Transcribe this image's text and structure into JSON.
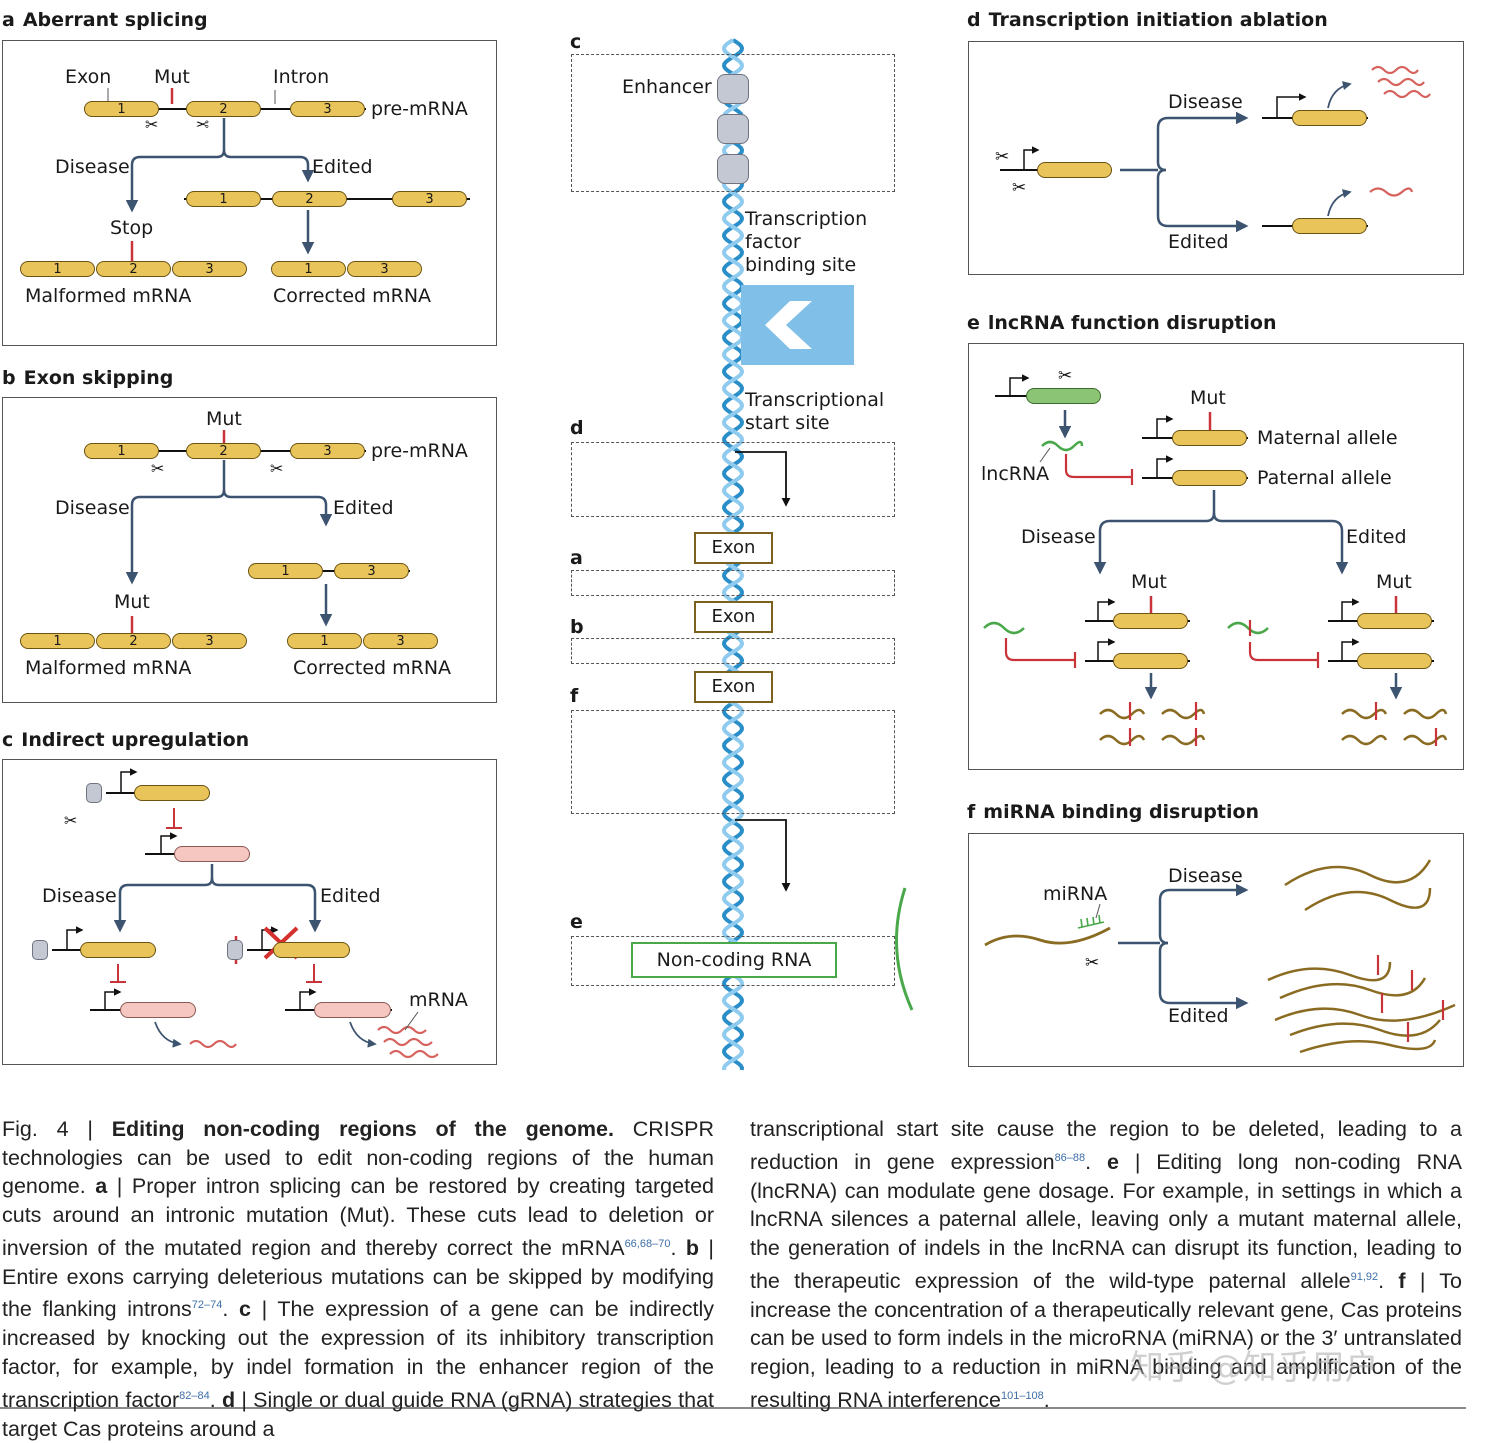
{
  "panels": {
    "a": {
      "letter": "a",
      "title": "Aberrant splicing",
      "exon_label": "Exon",
      "mut_label": "Mut",
      "intron_label": "Intron",
      "premrna_label": "pre-mRNA",
      "disease_label": "Disease",
      "edited_label": "Edited",
      "stop_label": "Stop",
      "malformed_label": "Malformed mRNA",
      "corrected_label": "Corrected mRNA",
      "exons": [
        "1",
        "2",
        "3"
      ]
    },
    "b": {
      "letter": "b",
      "title": "Exon skipping",
      "mut_label": "Mut",
      "premrna_label": "pre-mRNA",
      "disease_label": "Disease",
      "edited_label": "Edited",
      "mut2_label": "Mut",
      "malformed_label": "Malformed mRNA",
      "corrected_label": "Corrected mRNA",
      "exons": [
        "1",
        "2",
        "3"
      ]
    },
    "c": {
      "letter": "c",
      "title": "Indirect upregulation",
      "disease_label": "Disease",
      "edited_label": "Edited",
      "mrna_label": "mRNA"
    },
    "d": {
      "letter": "d",
      "title": "Transcription initiation ablation",
      "disease_label": "Disease",
      "edited_label": "Edited"
    },
    "e": {
      "letter": "e",
      "title": "lncRNA function disruption",
      "mut_label": "Mut",
      "maternal_label": "Maternal allele",
      "paternal_label": "Paternal allele",
      "lncrna_label": "lncRNA",
      "disease_label": "Disease",
      "edited_label": "Edited",
      "mut_left": "Mut",
      "mut_right": "Mut"
    },
    "f": {
      "letter": "f",
      "title": "miRNA binding disruption",
      "mirna_label": "miRNA",
      "disease_label": "Disease",
      "edited_label": "Edited"
    }
  },
  "center": {
    "letter_c": "c",
    "letter_d": "d",
    "letter_a": "a",
    "letter_b": "b",
    "letter_f": "f",
    "letter_e": "e",
    "enhancer_label": "Enhancer",
    "tfbs_line1": "Transcription",
    "tfbs_line2": "factor",
    "tfbs_line3": "binding site",
    "tss_line1": "Transcriptional",
    "tss_line2": "start site",
    "exon1": "Exon",
    "exon2": "Exon",
    "exon3": "Exon",
    "noncoding_label": "Non-coding RNA"
  },
  "colors": {
    "exon_fill": "#e8c45a",
    "arrow_blue": "#3d5470",
    "mut_red": "#c8343a",
    "dna_blue": "#2a8fc8",
    "tf_blue": "#7fbfe8",
    "ncrna_green": "#49a84a"
  },
  "caption": {
    "left": [
      {
        "t": "Fig. 4 | "
      },
      {
        "b": "Editing non-coding regions of the genome."
      },
      {
        "t": " CRISPR technologies can be used to edit non-coding regions of the human genome. "
      },
      {
        "b": "a"
      },
      {
        "t": " | Proper intron splicing can be restored by creating targeted cuts around an intronic mutation (Mut). These cuts lead to deletion or inversion of the mutated region and thereby correct the mRNA"
      },
      {
        "s": "66,68–70"
      },
      {
        "t": ". "
      },
      {
        "b": "b"
      },
      {
        "t": " | Entire exons carrying deleterious mutations can be skipped by modifying the flanking introns"
      },
      {
        "s": "72–74"
      },
      {
        "t": ". "
      },
      {
        "b": "c"
      },
      {
        "t": " | The expression of a gene can be indirectly increased by knocking out the expression of its inhibitory transcription factor, for example, by indel formation in the enhancer region of the transcription factor"
      },
      {
        "s": "82–84"
      },
      {
        "t": ". "
      },
      {
        "b": "d"
      },
      {
        "t": " | Single or dual guide RNA (gRNA) strategies that target Cas proteins around a"
      }
    ],
    "right": [
      {
        "t": "transcriptional start site cause the region to be deleted, leading to a reduction in gene expression"
      },
      {
        "s": "86–88"
      },
      {
        "t": ". "
      },
      {
        "b": "e"
      },
      {
        "t": " | Editing long non-coding RNA (lncRNA) can modulate gene dosage. For example, in settings in which a lncRNA silences a paternal allele, leaving only a mutant maternal allele, the generation of indels in the lncRNA can disrupt its function, leading to the therapeutic expression of the wild-type paternal allele"
      },
      {
        "s": "91,92"
      },
      {
        "t": ". "
      },
      {
        "b": "f"
      },
      {
        "t": " | To increase the concentration of a therapeutically relevant gene, Cas proteins can be used to form indels in the microRNA (miRNA) or the 3′ untranslated region, leading to a reduction in miRNA binding and amplification of the resulting RNA interference"
      },
      {
        "s": "101–108"
      },
      {
        "t": "."
      }
    ]
  },
  "watermark": "知乎 @知乎用户"
}
